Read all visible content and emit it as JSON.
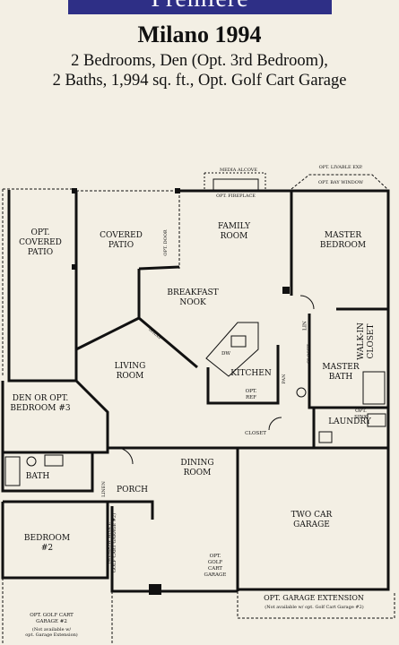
{
  "header": {
    "brand": "Premiere",
    "model": "Milano 1994",
    "subtitle_line1": "2 Bedrooms, Den (Opt. 3rd Bedroom),",
    "subtitle_line2": "2 Baths, 1,994 sq. ft., Opt. Golf Cart Garage"
  },
  "rooms": {
    "media_alcove": "MEDIA ALCOVE",
    "opt_livable_exp": "OPT. LIVABLE EXP.",
    "opt_bay_window": "OPT. BAY WINDOW",
    "opt_fireplace": "OPT. FIREPLACE",
    "opt_covered_patio": "OPT.\nCOVERED\nPATIO",
    "covered_patio": "COVERED\nPATIO",
    "opt_door": "OPT. DOOR",
    "family_room": "FAMILY\nROOM",
    "master_bedroom": "MASTER\nBEDROOM",
    "breakfast_nook": "BREAKFAST\nNOOK",
    "lin": "LIN",
    "closet": "CLOSET",
    "walk_in_closet": "WALK-IN\nCLOSET",
    "shelf": "SHELF",
    "dw": "DW",
    "living_room": "LIVING\nROOM",
    "kitchen": "KITCHEN",
    "master_bath": "MASTER\nBATH",
    "pan": "PAN",
    "opt_ref": "OPT.\nREF",
    "den_opt_bedroom": "DEN OR OPT.\nBEDROOM #3",
    "opt_sink": "OPT.\nSINK",
    "laundry": "LAUNDRY",
    "closet2": "CLOSET",
    "bath": "BATH",
    "dining_room": "DINING\nROOM",
    "linen": "LINEN",
    "porch": "PORCH",
    "two_car_garage": "TWO CAR\nGARAGE",
    "bedroom2": "BEDROOM\n#2",
    "window_note": "(Window w/opt.\nGolf Cart Garage #2)",
    "opt_golf_cart_garage": "OPT.\nGOLF\nCART\nGARAGE",
    "opt_garage_extension": "OPT. GARAGE EXTENSION",
    "garage_ext_note": "(Not available w/ opt. Golf Cart Garage #2)",
    "opt_golf_cart_garage2": "OPT. GOLF CART\nGARAGE #2",
    "gcg2_note": "(Not available w/\nopt. Garage Extension)"
  }
}
